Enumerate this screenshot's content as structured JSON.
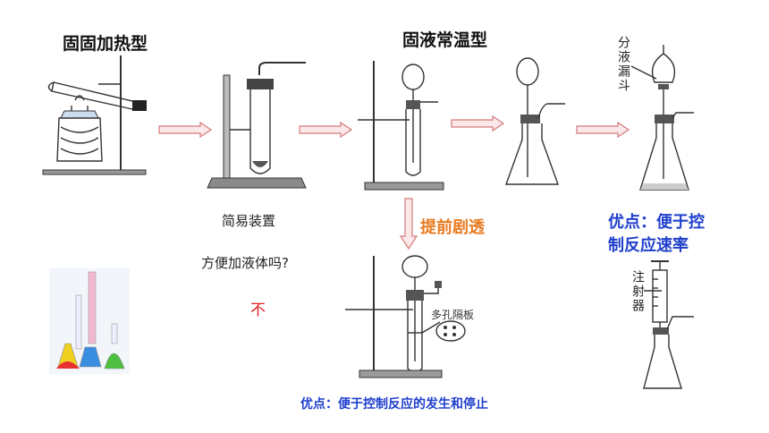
{
  "labels": {
    "solid_heating": "固固加热型",
    "solid_liquid_room": "固液常温型",
    "separatory_funnel": "分液漏斗",
    "simple_device": "简易装置",
    "convenient_question": "方便加液体吗?",
    "answer_no": "不",
    "upgrade": "提前剧透",
    "porous_plate": "多孔隔板",
    "syringe": "注射器",
    "advantage_rate": "优点：便于控制反应速率",
    "advantage_stop": "优点：便于控制反应的发生和停止"
  },
  "colors": {
    "blue_text": "#1f3fcc",
    "red_text": "#e02020",
    "orange_text": "#e87a20",
    "arrow_fill": "#fbe8e8",
    "arrow_stroke": "#d57a7a"
  }
}
